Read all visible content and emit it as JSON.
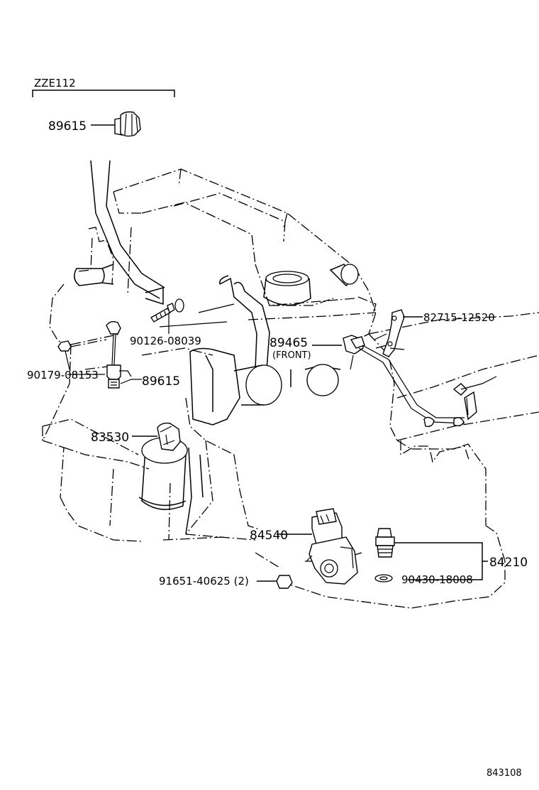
{
  "group_label": "ZZE112",
  "drawing_number": "843108",
  "parts": {
    "p1": "89615",
    "p2": "89615",
    "p3": "90126-08039",
    "p4": "90179-08153",
    "p5": "83530",
    "p6": "89465",
    "p6_note": "(FRONT)",
    "p7": "82715-12520",
    "p8": "84540",
    "p9": "91651-40625 (2)",
    "p10": "84210",
    "p11": "90430-18008"
  }
}
